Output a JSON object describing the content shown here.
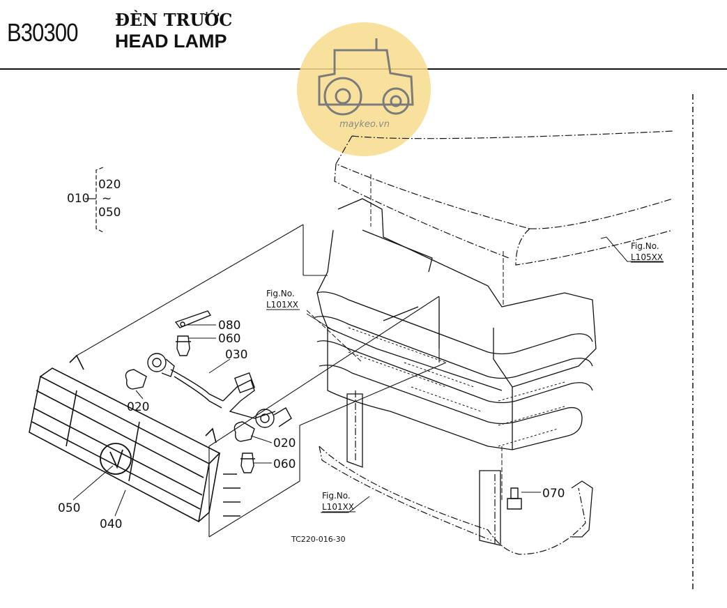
{
  "header": {
    "section_code": "B30300",
    "title_vi": "ĐÈN TRƯỚC",
    "title_en": "HEAD LAMP"
  },
  "watermark": {
    "text": "maykeo.vn",
    "icon": "tractor-icon",
    "color": "#f7dc8c"
  },
  "assembly": {
    "parent": "010",
    "range_start": "020",
    "range_tilde": "~",
    "range_end": "050"
  },
  "callouts": {
    "p080": "080",
    "p060_top": "060",
    "p030": "030",
    "p020_left": "020",
    "p020_right": "020",
    "p060_bottom": "060",
    "p070": "070",
    "p050": "050",
    "p040": "040"
  },
  "references": {
    "ref_bonnet_label": "Fig.No.",
    "ref_bonnet_no": "L105XX",
    "ref_grille_label": "Fig.No.",
    "ref_grille_no": "L101XX",
    "ref_lower_label": "Fig.No.",
    "ref_lower_no": "L101XX"
  },
  "drawing_code": "TC220-016-30"
}
